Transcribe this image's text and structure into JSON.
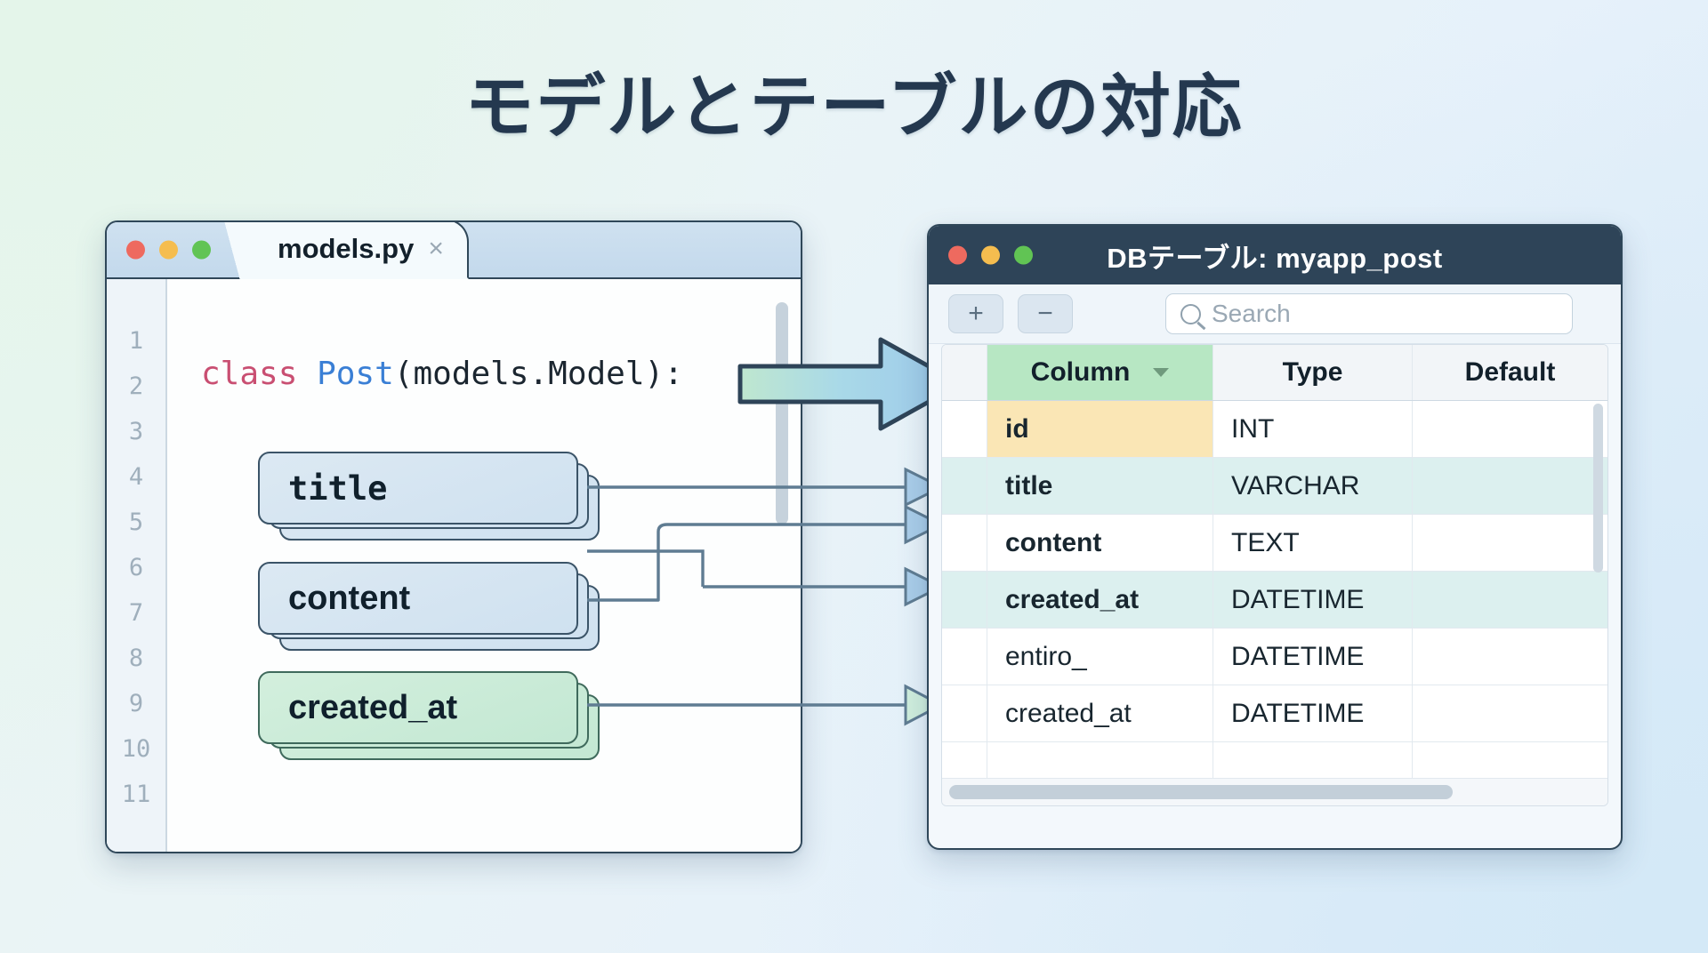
{
  "page": {
    "title": "モデルとテーブルの対応"
  },
  "editor": {
    "window_name": "models.py editor",
    "tab": {
      "label": "models.py",
      "close": "×"
    },
    "gutter_lines": [
      "1",
      "2",
      "3",
      "4",
      "5",
      "6",
      "7",
      "8",
      "9",
      "10",
      "11"
    ],
    "code": {
      "keyword": "class",
      "classname": "Post",
      "rest": "(models.Model):"
    },
    "field_cards": [
      {
        "name": "title",
        "color": "#dce9f3"
      },
      {
        "name": "content",
        "color": "#dce9f3"
      },
      {
        "name": "created_at",
        "color": "#d3efdd"
      }
    ]
  },
  "db": {
    "title": "DBテーブル: myapp_post",
    "toolbar": {
      "add": "+",
      "remove": "−"
    },
    "search": {
      "placeholder": "Search",
      "value": ""
    },
    "table": {
      "columns": [
        "Column",
        "Type",
        "Default"
      ],
      "sorted_by": "Column",
      "rows": [
        {
          "column": "id",
          "type": "INT",
          "default": "",
          "highlight": "amber"
        },
        {
          "column": "title",
          "type": "VARCHAR",
          "default": "",
          "highlight": "cyan"
        },
        {
          "column": "content",
          "type": "TEXT",
          "default": "",
          "highlight": "none"
        },
        {
          "column": "created_at",
          "type": "DATETIME",
          "default": "",
          "highlight": "cyan"
        },
        {
          "column": "entiro_",
          "type": "DATETIME",
          "default": "",
          "highlight": "none"
        },
        {
          "column": "created_at",
          "type": "DATETIME",
          "default": "",
          "highlight": "none"
        },
        {
          "column": "",
          "type": "",
          "default": "",
          "highlight": "none"
        },
        {
          "column": "",
          "type": "",
          "default": "",
          "highlight": "none"
        }
      ]
    }
  },
  "colors": {
    "accent_navy": "#2e4458",
    "header_green": "#b7e7c3",
    "row_cyan": "#dcf0ef",
    "row_amber": "#fae6b5",
    "keyword_pink": "#c94f72",
    "class_blue": "#3a7fd5"
  }
}
